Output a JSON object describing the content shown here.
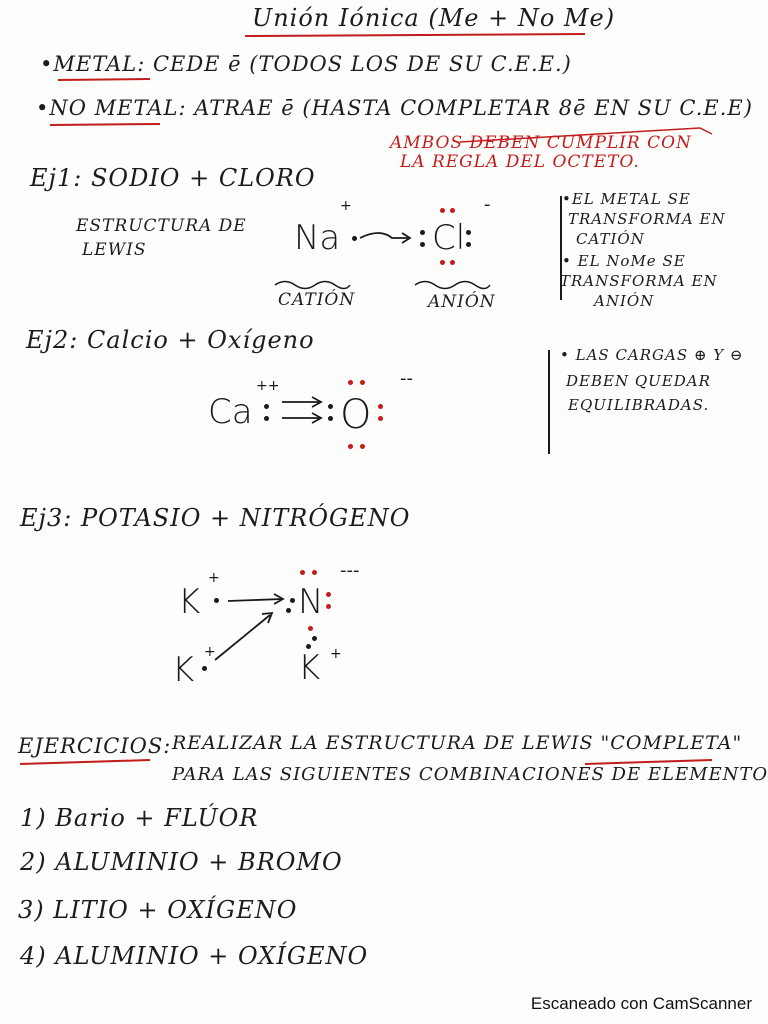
{
  "title": "Unión Iónica (Me + No Me)",
  "rules": {
    "metal": "•METAL: CEDE ē (TODOS LOS DE SU C.E.E.)",
    "nometal": "•NO METAL: ATRAE ē (HASTA COMPLETAR 8ē EN SU C.E.E)",
    "note_line1": "AMBOS DEBEN CUMPLIR CON",
    "note_line2": "LA REGLA DEL OCTETO."
  },
  "ej1": {
    "heading": "Ej1: SODIO + CLORO",
    "struct_line1": "ESTRUCTURA DE",
    "struct_line2": "LEWIS",
    "metal_symbol": "Na",
    "metal_charge": "+",
    "nonmetal_symbol": "Cl",
    "nonmetal_charge": "-",
    "label_cation": "CATIÓN",
    "label_anion": "ANIÓN",
    "side_note_1a": "•EL METAL SE",
    "side_note_1b": "TRANSFORMA EN",
    "side_note_1c": "CATIÓN",
    "side_note_2a": "• EL NoMe SE",
    "side_note_2b": "TRANSFORMA EN",
    "side_note_2c": "ANIÓN"
  },
  "ej2": {
    "heading": "Ej2: Calcio + Oxígeno",
    "metal_symbol": "Ca",
    "metal_charge": "++",
    "nonmetal_symbol": "O",
    "nonmetal_charge": "--",
    "side_note_a": "• LAS CARGAS ⊕ Y ⊖",
    "side_note_b": "DEBEN QUEDAR",
    "side_note_c": "EQUILIBRADAS."
  },
  "ej3": {
    "heading": "Ej3: POTASIO + NITRÓGENO",
    "metal_symbol": "K",
    "metal_charge": "+",
    "nonmetal_symbol": "N",
    "nonmetal_charge": "---"
  },
  "exercises": {
    "label": "EJERCICIOS:",
    "prompt_line1": "REALIZAR LA ESTRUCTURA DE LEWIS \"COMPLETA\"",
    "prompt_line2": "PARA LAS SIGUIENTES COMBINACIONES DE ELEMENTOS:",
    "items": [
      "1) Bario + FLÚOR",
      "2) ALUMINIO + BROMO",
      "3) LITIO + OXÍGENO",
      "4) ALUMINIO + OXÍGENO"
    ]
  },
  "footer": "Escaneado con CamScanner",
  "colors": {
    "ink": "#1a1a1a",
    "red": "#c21c1c",
    "green": "#2a6b2a"
  }
}
